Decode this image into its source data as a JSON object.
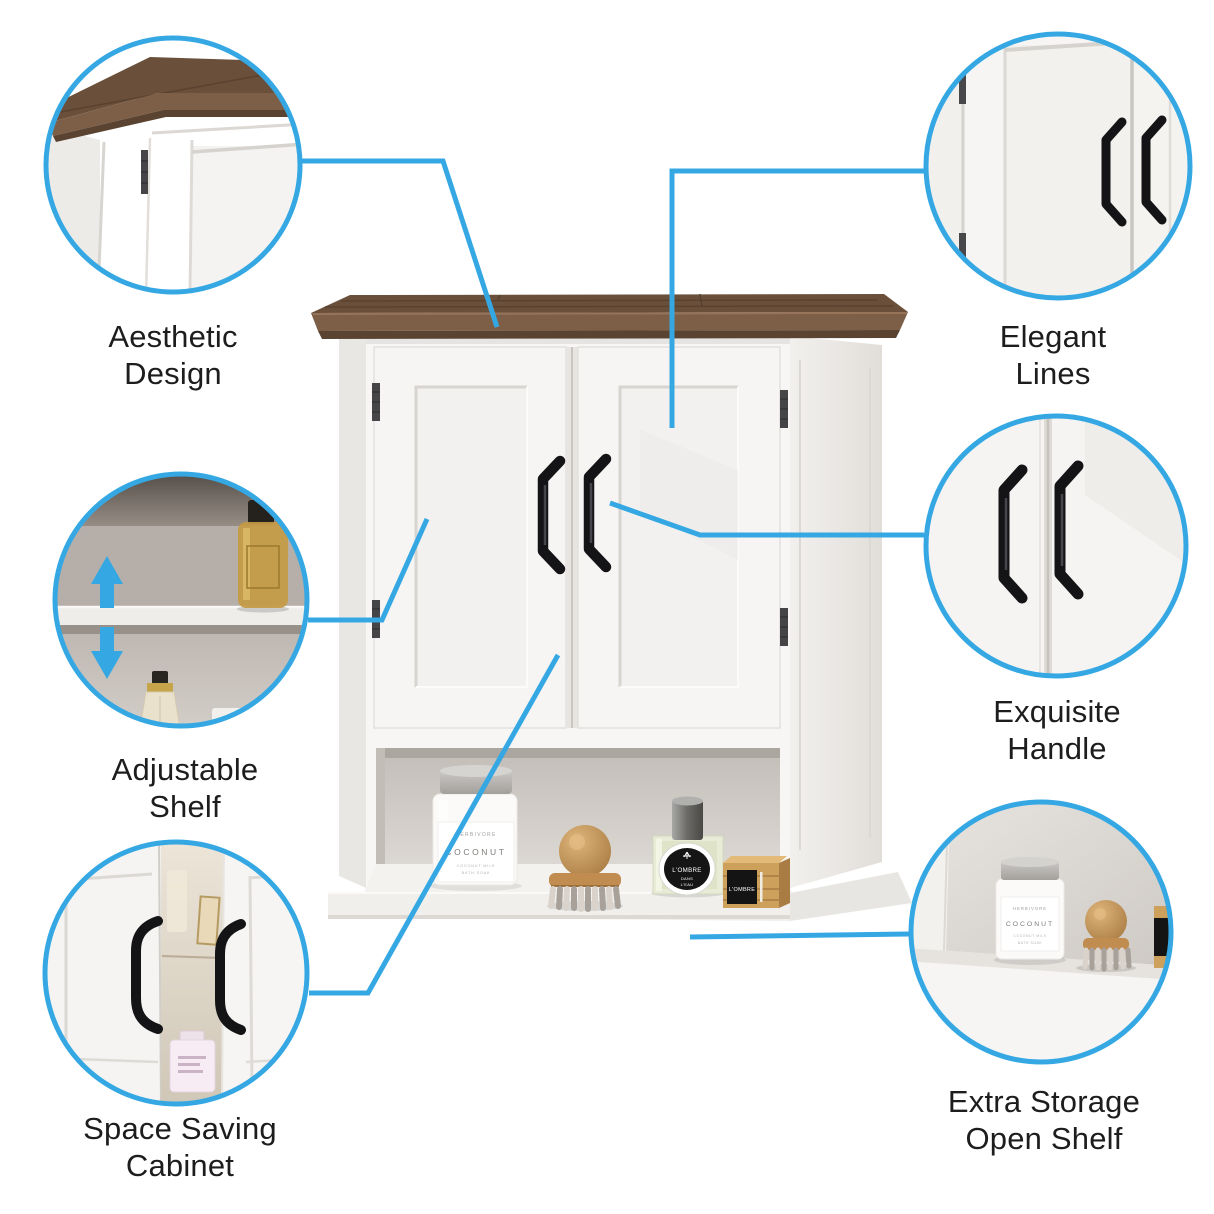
{
  "colors": {
    "accent": "#35A8E4",
    "text": "#1D1D1D",
    "wood_top": "#6A503B",
    "cabinet_white": "#F6F5F3",
    "handle_black": "#141416"
  },
  "callouts": {
    "aesthetic": {
      "lines": [
        "Aesthetic",
        "Design"
      ]
    },
    "elegant": {
      "lines": [
        "Elegant",
        "Lines"
      ]
    },
    "adjustable": {
      "lines": [
        "Adjustable",
        "Shelf"
      ]
    },
    "exquisite": {
      "lines": [
        "Exquisite",
        "Handle"
      ]
    },
    "space_saving": {
      "lines": [
        "Space Saving",
        "Cabinet"
      ]
    },
    "extra_storage": {
      "lines": [
        "Extra Storage",
        "Open Shelf"
      ]
    }
  },
  "products": {
    "jar_brand": "HERBIVORE",
    "jar_name": "COCONUT",
    "jar_sub1": "COCONUT MILK",
    "jar_sub2": "BATH SOAK",
    "perfume_line1": "L'OMBRE",
    "perfume_line2": "DANS",
    "perfume_line3": "L'EAU",
    "box_label": "L'OMBRE"
  },
  "icons": {
    "adjustable_up": "arrow-up-icon",
    "adjustable_down": "arrow-down-icon"
  }
}
